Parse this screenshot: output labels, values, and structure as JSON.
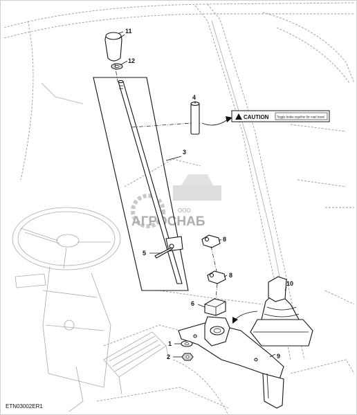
{
  "figure_ref": "ETN03002ER1",
  "watermark": {
    "brand": "АГРОСНАБ",
    "prefix": "ООО"
  },
  "caution_label": {
    "title": "CAUTION",
    "fine_print": "Toggle brake together for road travel"
  },
  "callouts": [
    {
      "id": "c1",
      "text": "1"
    },
    {
      "id": "c2",
      "text": "2"
    },
    {
      "id": "c3",
      "text": "3"
    },
    {
      "id": "c4",
      "text": "4"
    },
    {
      "id": "c5",
      "text": "5"
    },
    {
      "id": "c6",
      "text": "6"
    },
    {
      "id": "c8a",
      "text": "8"
    },
    {
      "id": "c8b",
      "text": "8"
    },
    {
      "id": "c9",
      "text": "9"
    },
    {
      "id": "c10",
      "text": "10"
    },
    {
      "id": "c11",
      "text": "11"
    },
    {
      "id": "c12",
      "text": "12"
    }
  ],
  "colors": {
    "line": "#111111",
    "background_line": "#9a9a9a",
    "watermark": "#b9b9b9"
  }
}
